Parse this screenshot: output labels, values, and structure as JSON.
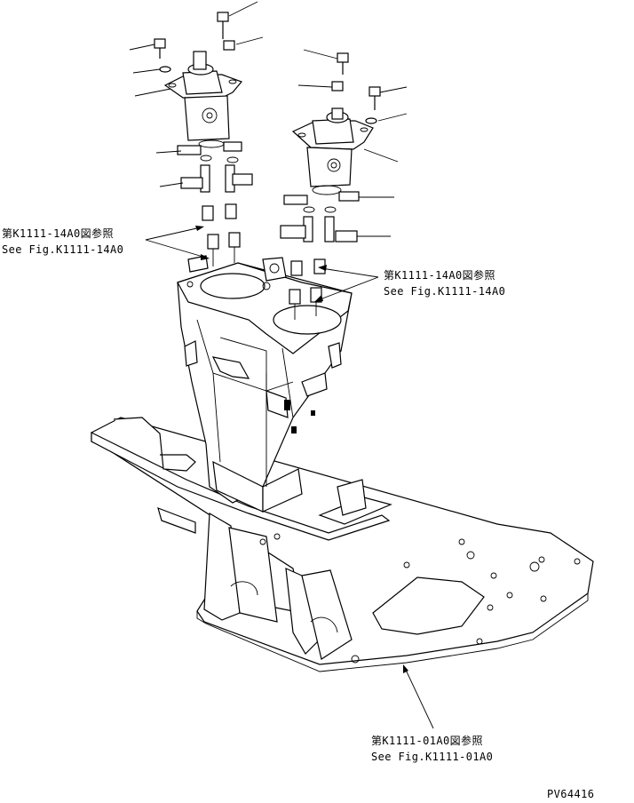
{
  "callouts": [
    {
      "jp": "第K1111-14A0図参照",
      "en": "See Fig.K1111-14A0"
    },
    {
      "jp": "第K1111-14A0図参照",
      "en": "See Fig.K1111-14A0"
    },
    {
      "jp": "第K1111-01A0図参照",
      "en": "See Fig.K1111-01A0"
    }
  ],
  "drawing_id": "PV64416"
}
